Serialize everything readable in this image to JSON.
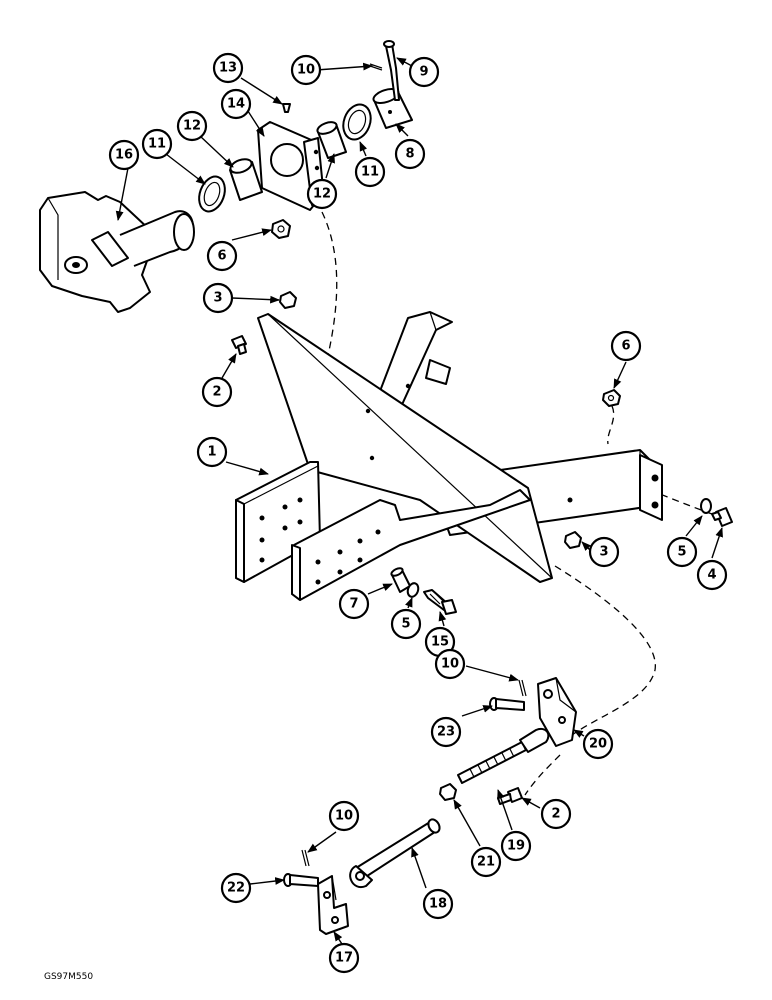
{
  "figure": {
    "code": "GS97M550",
    "callouts": [
      "1",
      "2",
      "3",
      "4",
      "5",
      "6",
      "7",
      "8",
      "9",
      "10",
      "11",
      "12",
      "13",
      "14",
      "15",
      "16",
      "17",
      "18",
      "19",
      "20",
      "21",
      "22",
      "23"
    ]
  }
}
